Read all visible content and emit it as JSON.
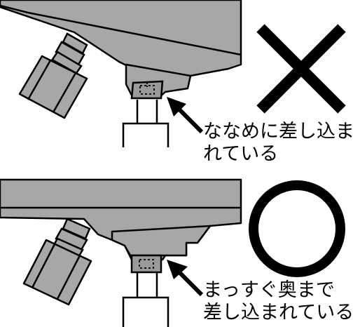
{
  "colors": {
    "part_fill": "#a7a7a7",
    "part_dark": "#9a9a9a",
    "stroke": "#000000",
    "background": "#ffffff"
  },
  "panels": [
    {
      "verdict_icon": "cross-mark-icon",
      "caption_lines": [
        "ななめに差し込ま",
        "れている"
      ]
    },
    {
      "verdict_icon": "circle-mark-icon",
      "caption_lines": [
        "まっすぐ奥まで",
        "差し込まれている"
      ]
    }
  ]
}
